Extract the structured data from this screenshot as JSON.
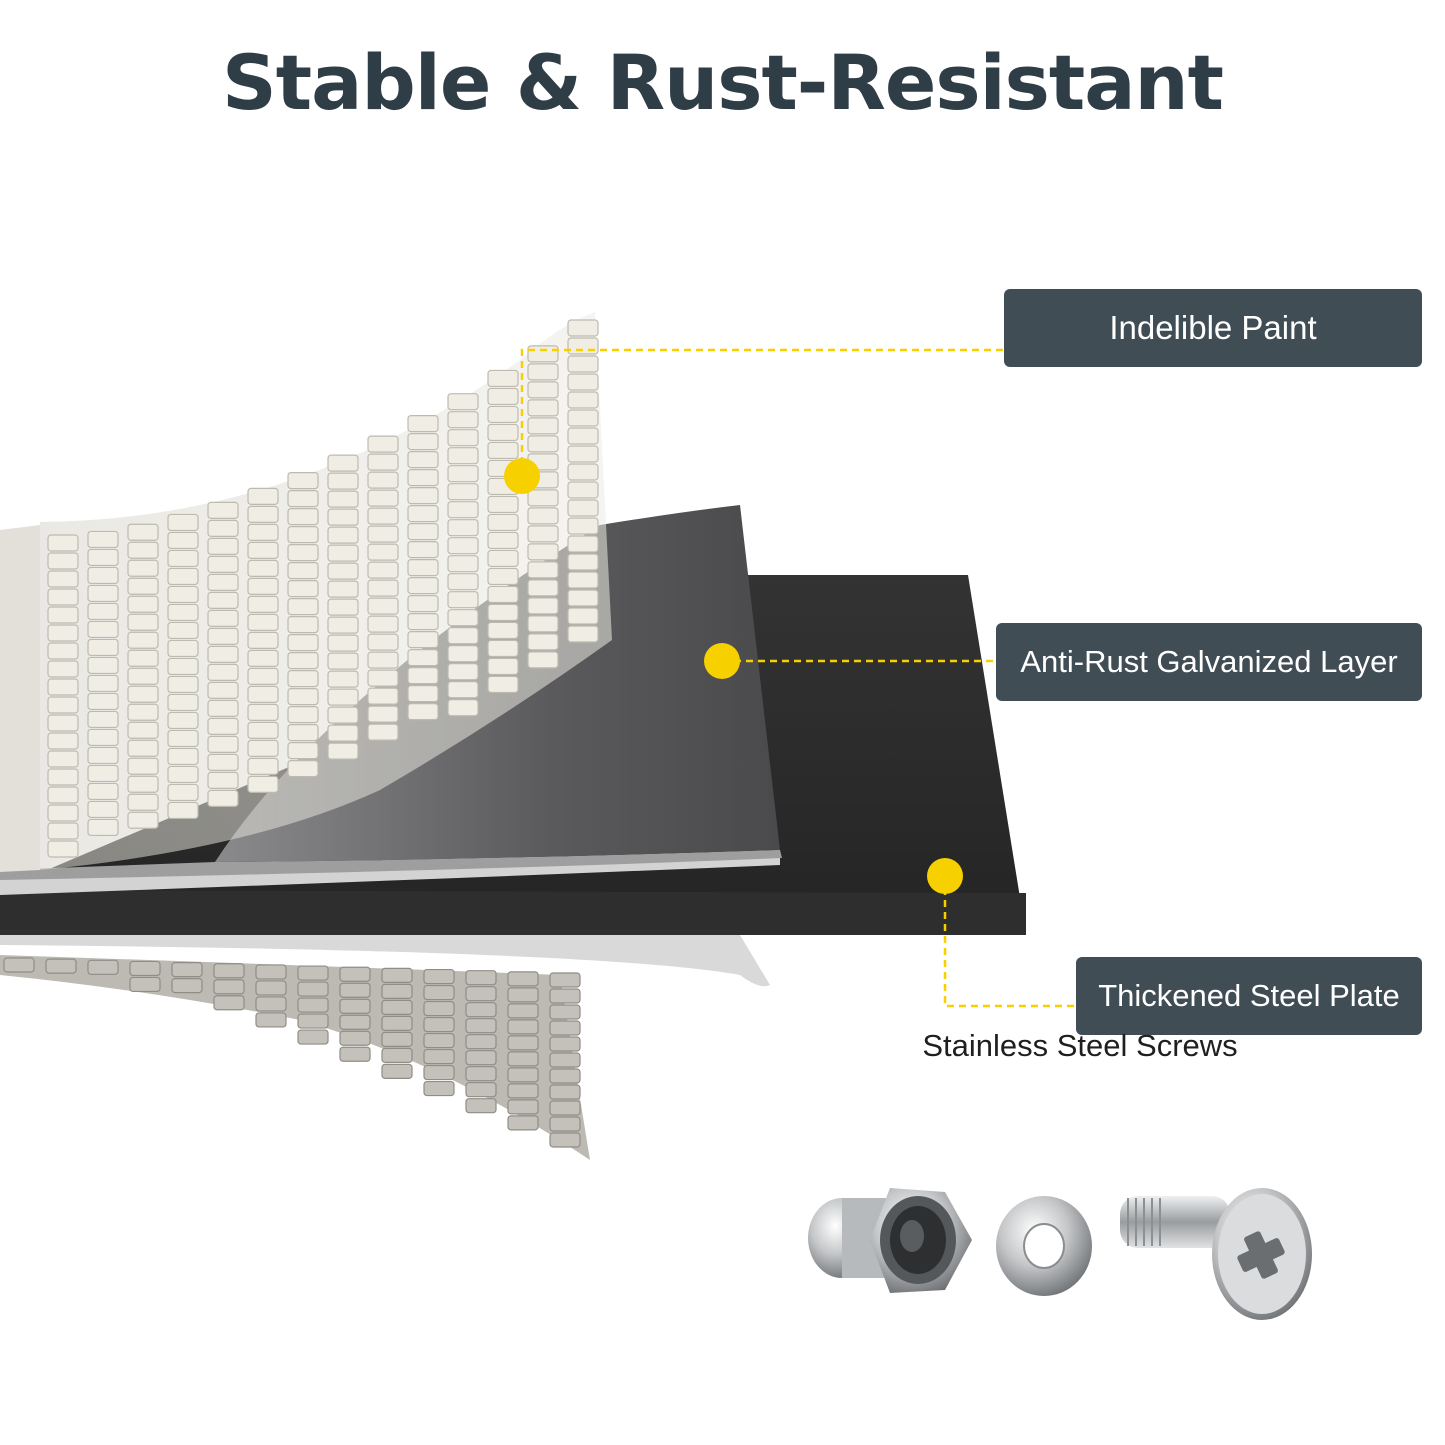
{
  "title": "Stable & Rust-Resistant",
  "colors": {
    "title": "#2f3d47",
    "label_bg": "#414d55",
    "label_text": "#ffffff",
    "accent_yellow": "#f7d000",
    "galvanized": "#5c5c5e",
    "steel_plate": "#2b2b2b",
    "paint": "#ece9e0"
  },
  "layers": [
    {
      "label": "Indelible Paint"
    },
    {
      "label": "Anti-Rust Galvanized Layer"
    },
    {
      "label": "Thickened Steel Plate"
    }
  ],
  "hardware": {
    "caption": "Stainless Steel Screws",
    "icons": [
      "cap-nut-icon",
      "washer-icon",
      "phillips-screw-icon"
    ]
  }
}
